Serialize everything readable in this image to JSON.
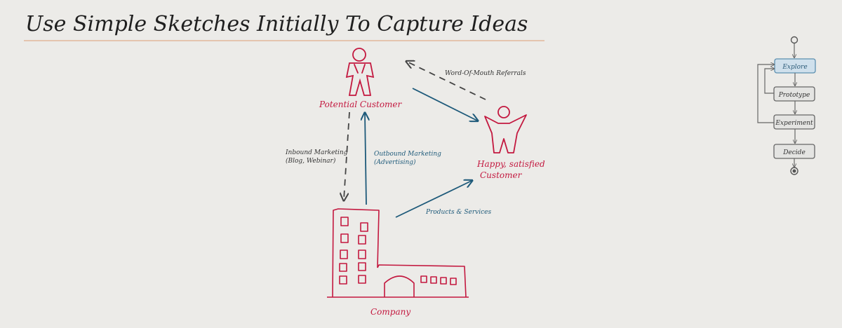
{
  "page": {
    "title": "Use Simple Sketches Initially To Capture Ideas"
  },
  "diagram": {
    "nodes": {
      "potential_customer": "Potential Customer",
      "happy_customer_line1": "Happy, satisfied",
      "happy_customer_line2": "Customer",
      "company": "Company"
    },
    "edges": {
      "word_of_mouth": "Word-Of-Mouth Referrals",
      "inbound_line1": "Inbound Marketing",
      "inbound_line2": "(Blog, Webinar)",
      "outbound_line1": "Outbound Marketing",
      "outbound_line2": "(Advertising)",
      "products": "Products & Services"
    }
  },
  "process_flow": {
    "steps": [
      "Explore",
      "Prototype",
      "Experiment",
      "Decide"
    ],
    "active_step": "Explore"
  },
  "colors": {
    "background": "#ecebe8",
    "red": "#c3183f",
    "blue": "#1e5a7a",
    "dark": "#333333",
    "accent_line": "#e2b89a",
    "active_step_fill": "#cfe0ec",
    "active_step_stroke": "#5c8fb0"
  }
}
